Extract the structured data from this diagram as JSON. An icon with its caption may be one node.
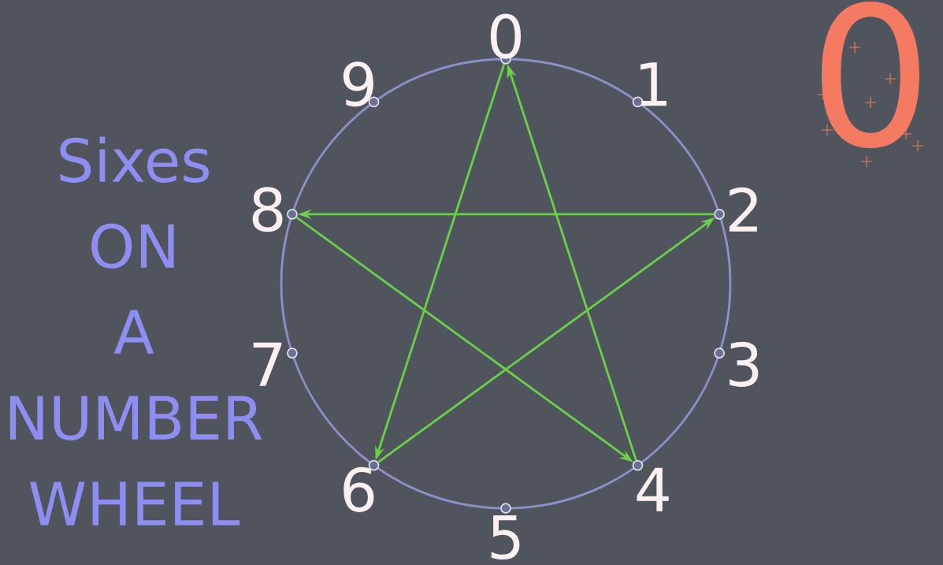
{
  "diagram": {
    "title": "Sixes ON A NUMBER WHEEL",
    "nodes": [
      {
        "text": [],
        "shape": "circle",
        "beside": [
          "0"
        ]
      },
      {
        "text": [],
        "shape": "circle",
        "beside": [
          "1"
        ]
      },
      {
        "text": [],
        "shape": "circle",
        "beside": [
          "2"
        ]
      },
      {
        "text": [],
        "shape": "circle",
        "beside": [
          "3"
        ]
      },
      {
        "text": [],
        "shape": "circle",
        "beside": [
          "4"
        ]
      },
      {
        "text": [],
        "shape": "circle",
        "beside": [
          "5"
        ]
      },
      {
        "text": [],
        "shape": "circle",
        "beside": [
          "6"
        ]
      },
      {
        "text": [],
        "shape": "circle",
        "beside": [
          "7"
        ]
      },
      {
        "text": [],
        "shape": "circle",
        "beside": [
          "8"
        ]
      },
      {
        "text": [],
        "shape": "circle",
        "beside": [
          "9"
        ]
      }
    ],
    "edges": [
      {
        "from": 0,
        "to": 6,
        "arrow": "to"
      },
      {
        "from": 6,
        "to": 2,
        "arrow": "to"
      },
      {
        "from": 2,
        "to": 8,
        "arrow": "to"
      },
      {
        "from": 8,
        "to": 4,
        "arrow": "to"
      },
      {
        "from": 4,
        "to": 0,
        "arrow": "to"
      }
    ],
    "labels": [
      "0"
    ]
  }
}
